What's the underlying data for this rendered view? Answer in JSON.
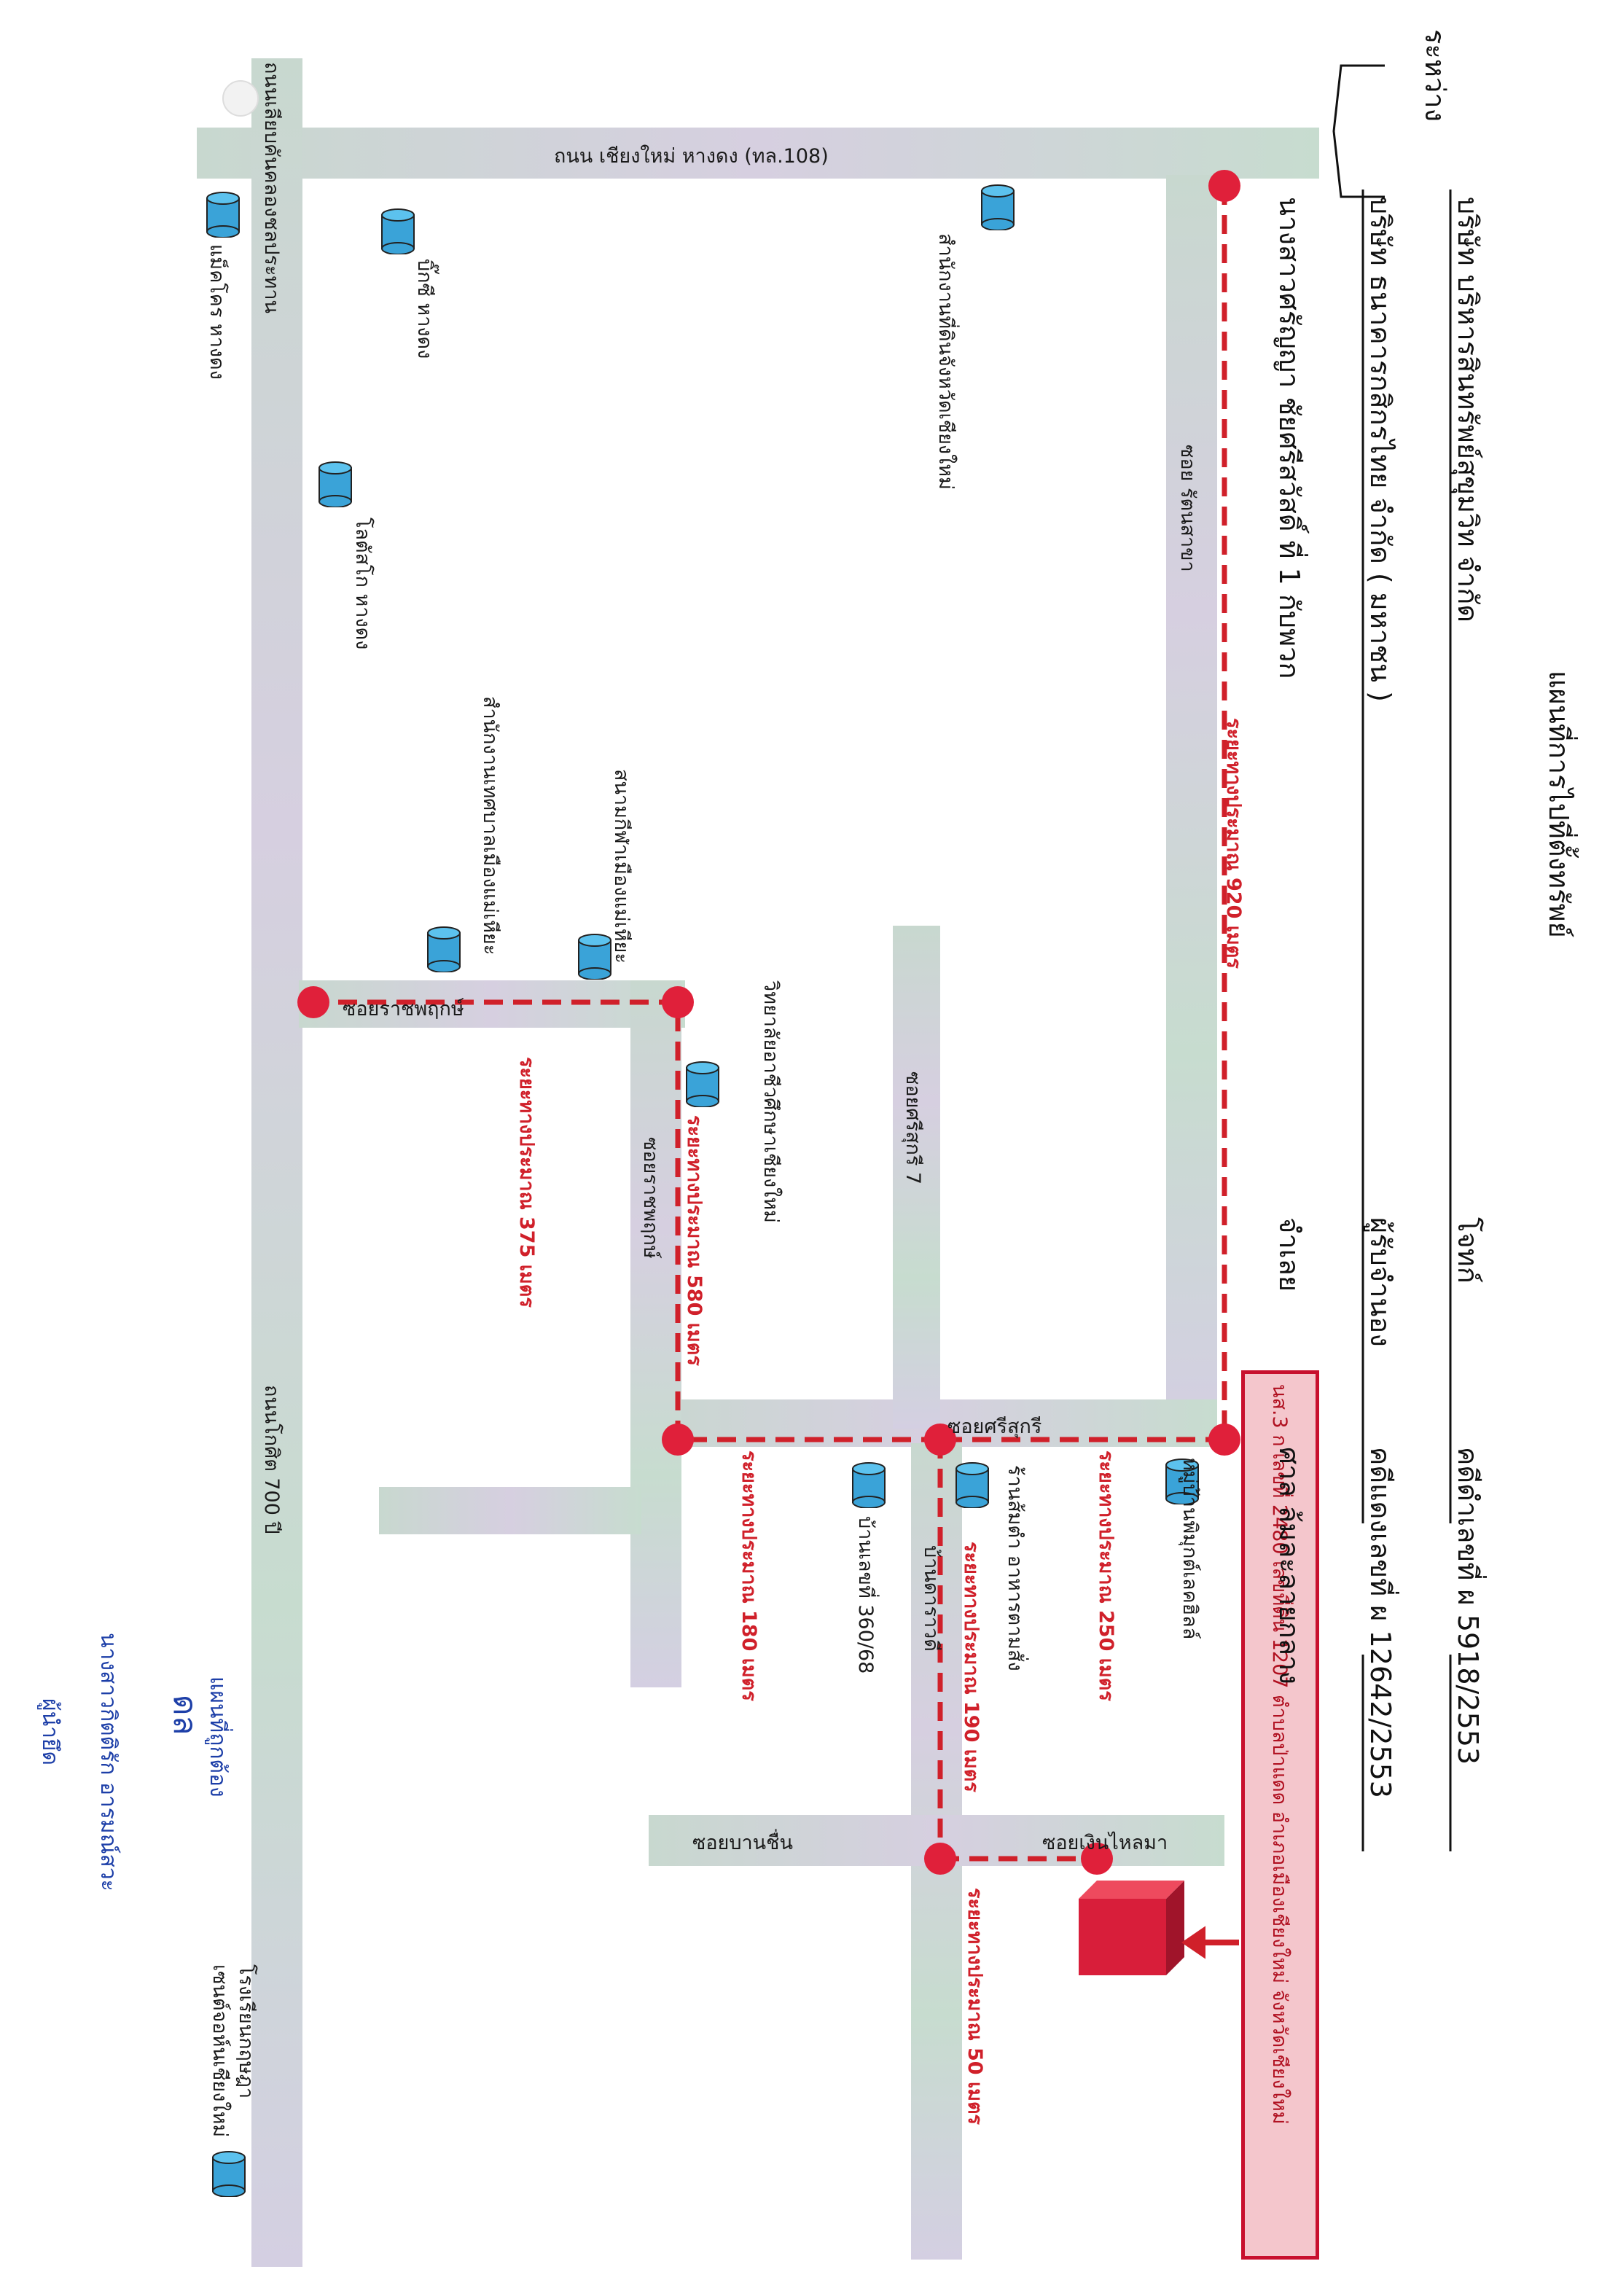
{
  "header": {
    "title": "แผนที่การไปที่ตั้งทรัพย์",
    "between_label": "ระหว่าง",
    "plaintiff_1": "บริษัท บริหารสินทรัพย์สุขุมวิท จำกัด",
    "plaintiff_2": "บริษัท ธนาคารกสิกรไทย จำกัด ( มหาชน )",
    "defendant": "นางสาวศรัญญา ชัยศรีสวัสดิ์ ที่ 1 กับพวก",
    "role_plaintiff": "โจทก์",
    "role_assignee": "ผู้รับจำนอง",
    "role_defendant": "จำเลย",
    "case_black": "คดีดำเลขที่ ผ 5918/2553",
    "case_red": "คดีแดงเลขที่ ผ 12642/2553",
    "court": "ศาล ล้มละลายกลาง"
  },
  "property_banner": "นส.3 ก เลขที่ 2480 เลขที่ดิน 1207 ตำบลป่าแดด อำเภอเมืองเชียงใหม่ จังหวัดเชียงใหม่",
  "roads": {
    "highway_108": "ถนน เชียงใหม่ หางดง (ทล.108)",
    "outer_ring": "ถนนเลียบคันคลองชลประทาน",
    "chiangmai_700": "ถนนโกศิต 700 ปี",
    "soi_ratsamee": "ซอย รัตนสาขา",
    "soi_sri_suk": "ซอยศรีสุกรี",
    "soi_sri_suk_7": "ซอยศรีสุกรี 7",
    "soi_rajphruek": "ซอยราชพฤกษ์",
    "soi_rajphruek_2": "ซอยราชพฤกษ์",
    "soi_ban_daragrid": "บ้านดาราวดี",
    "soi_ngern_lai_ma": "ซอยเงินไหลมา",
    "soi_ban_chuen": "ซอยบานชื่น"
  },
  "distances": {
    "d920": "ระยะทางประมาณ 920 เมตร",
    "d580": "ระยะทางประมาณ 580 เมตร",
    "d375": "ระยะทางประมาณ 375 เมตร",
    "d250": "ระยะทางประมาณ 250 เมตร",
    "d180": "ระยะทางประมาณ 180 เมตร",
    "d190": "ระยะทางประมาณ 190 เมตร",
    "d50": "ระยะทางประมาณ 50 เมตร"
  },
  "places": {
    "makro": "แม็คโคร หางดง",
    "bigc": "บิ๊กซี หางดง",
    "lotus": "โลตัสโก หางดง",
    "land_office": "สำนักงานที่ดินจังหวัดเชียงใหม่",
    "stadium": "สนามกีฬาเมืองแม่เหียะ",
    "municipal": "สำนักงานเทศบาลเมืองแม่เหียะ",
    "college": "วิทยาลัยอาชีวศึกษาเชียงใหม่",
    "village_lake": "หมู่บ้านพิมุกต์เลคฮิลล์",
    "food_shop": "ร้านส้มตำ อาหารตามสั่ง",
    "house_no": "บ้านเลขที่ 360/68",
    "school": "โรงเรียนกฤษฎา\nเซนต์จอห์นเชียงใหม่"
  },
  "signature": {
    "title": "แผนที่ถูกต้อง",
    "mark": "ดล",
    "name": "นางสาวกิตติรัก อารมณ์สวะ",
    "role": "ผู้นำยึด"
  },
  "colors": {
    "road_fill": "#c9d6d0",
    "route": "#d0202a",
    "marker": "#e0203a",
    "landmark": "#3aa3d8",
    "building": "#d8203a"
  }
}
